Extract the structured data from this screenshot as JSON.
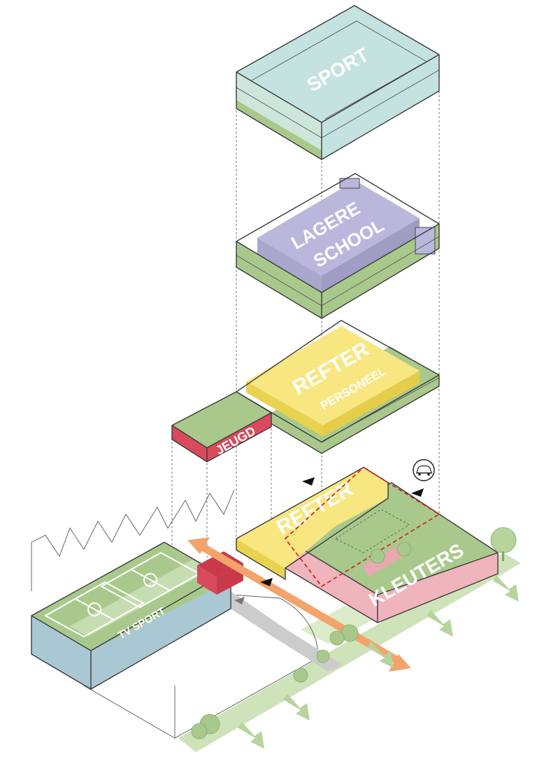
{
  "labels": {
    "sport": "SPORT",
    "lagere_line1": "LAGERE",
    "lagere_line2": "SCHOOL",
    "refter_upper": "REFTER",
    "personeel": "PERSONEEL",
    "jeugd": "JEUGD",
    "refter_ground": "REFTER",
    "kleuters": "KLEUTERS",
    "tv_sport": "TV SPORT"
  },
  "icons": {
    "car": "car-icon"
  },
  "colors": {
    "sport_volume": "#c4e2df",
    "lagere_school": "#b9b7dc",
    "refter": "#f8e680",
    "green_plinth": "#a9c98c",
    "jeugd": "#d94a5c",
    "kleuters": "#a9c98c",
    "kleuters_base": "#f0b4bc",
    "tv_sport_base": "#aac7d4",
    "circulation_arrow": "#f2a46a",
    "boundary_dashed": "#d02a2a"
  }
}
